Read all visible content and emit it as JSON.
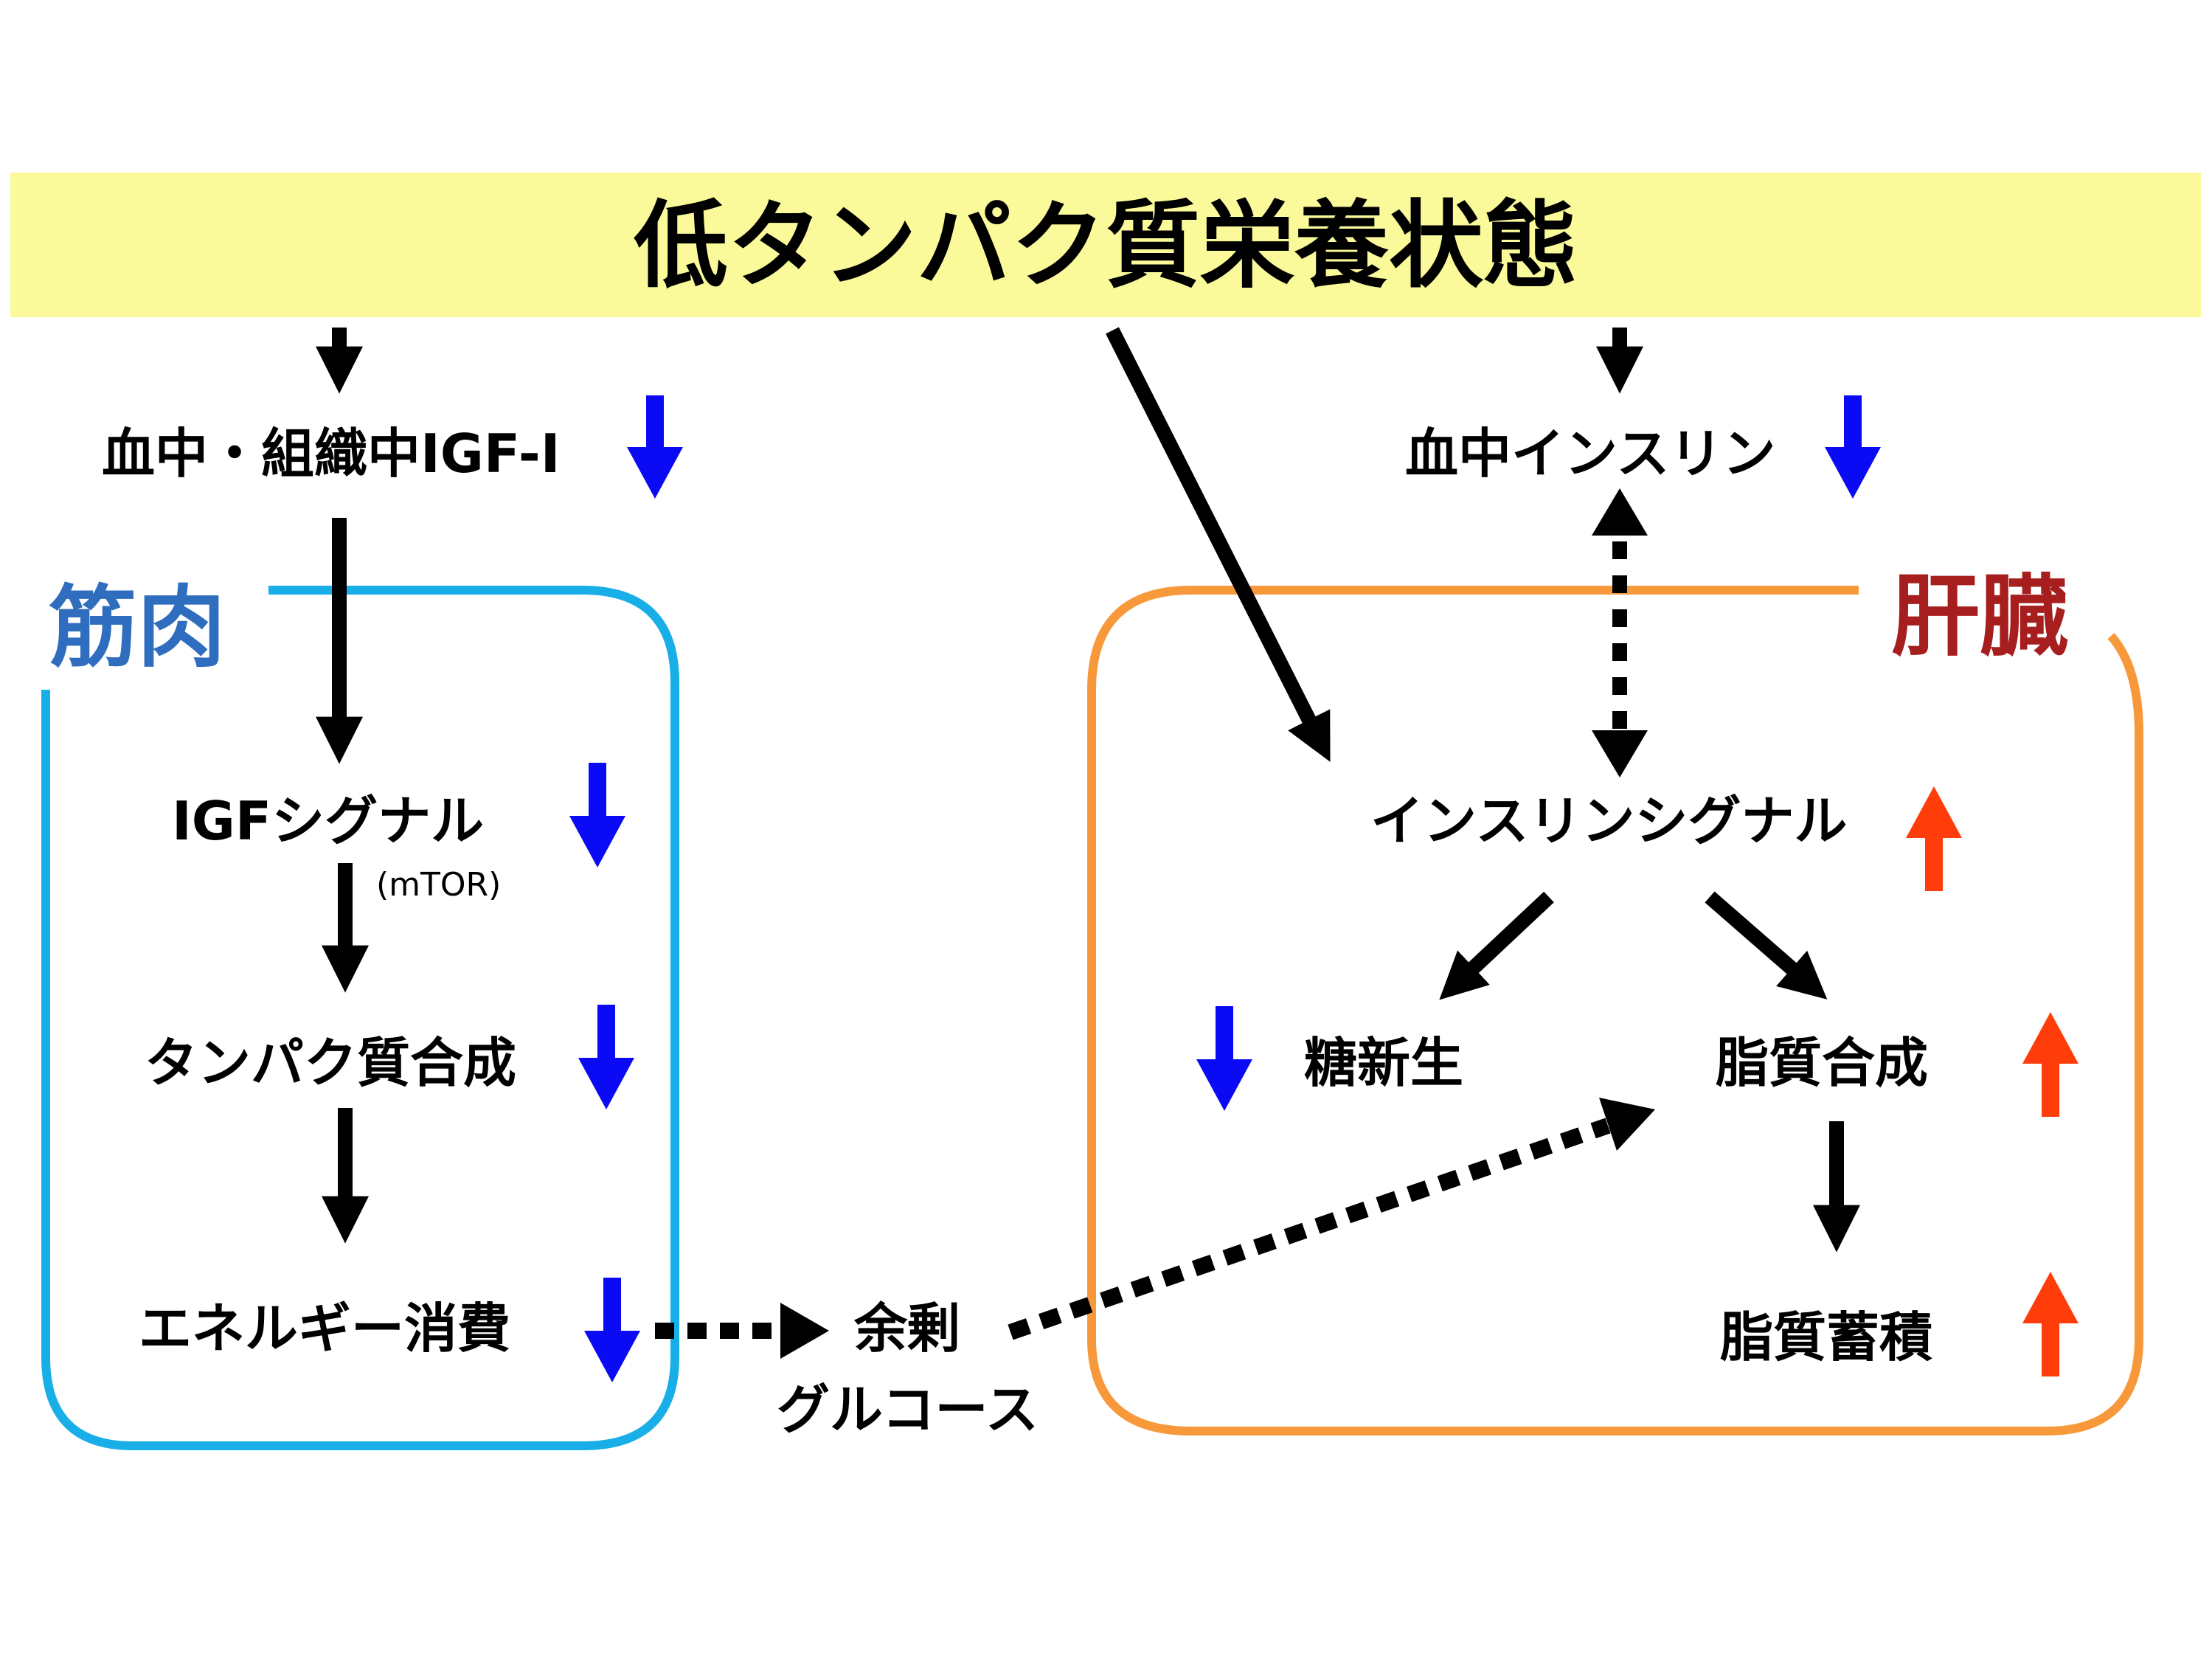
{
  "banner": {
    "title": "低タンパク質栄養状態",
    "color": "#fafa9a"
  },
  "regions": {
    "muscle": {
      "label": "筋肉",
      "label_color": "#2f6ebf",
      "border_color": "#18aee8"
    },
    "liver": {
      "label": "肝臓",
      "label_color": "#a61e1e",
      "border_color": "#f7993a"
    }
  },
  "nodes": {
    "blood_igf": "血中・組織中IGF-I",
    "igf_signal": "IGFシグナル",
    "mtor": "(mTOR)",
    "protein_synthesis": "タンパク質合成",
    "energy_consumption": "エネルギー消費",
    "surplus": "余剰",
    "glucose": "グルコース",
    "blood_insulin": "血中インスリン",
    "insulin_signal": "インスリンシグナル",
    "gluconeogenesis": "糖新生",
    "lipid_synthesis": "脂質合成",
    "lipid_accumulation": "脂質蓄積"
  },
  "indicators": {
    "decrease_color": "#0a0af5",
    "increase_color": "#ff3d0a",
    "blood_igf": "down",
    "igf_signal": "down",
    "protein_synthesis": "down",
    "energy_consumption": "down",
    "blood_insulin": "down",
    "insulin_signal": "up",
    "gluconeogenesis": "down",
    "lipid_synthesis": "up",
    "lipid_accumulation": "up"
  }
}
